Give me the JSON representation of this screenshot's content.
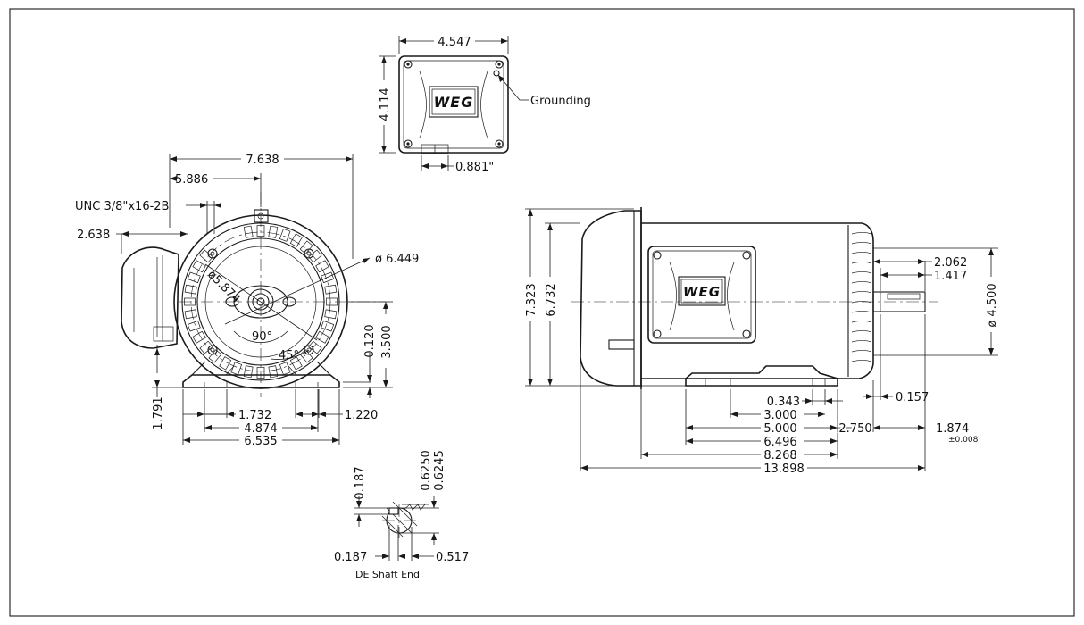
{
  "labels": {
    "tb_width": "4.547",
    "tb_height": "4.114",
    "grounding": "Grounding",
    "tb_offset": "0.881\"",
    "f_overall_w": "7.638",
    "f_w2": "5.886",
    "f_thread": "UNC 3/8\"x16-2B",
    "f_w3": "2.638",
    "f_phi_small": "ø5.874",
    "f_phi_large": "ø 6.449",
    "f_angle90": "90°",
    "f_angle45": "45°",
    "f_v_0120": "0.120",
    "f_v_3500": "3.500",
    "f_v_1791": "1.791",
    "f_b_1732": "1.732",
    "f_b_1220": "1.220",
    "f_b_4874": "4.874",
    "f_b_6535": "6.535",
    "s_h1": "7.323",
    "s_h2": "6.732",
    "s_2062": "2.062",
    "s_1417": "1.417",
    "s_phi4500": "ø 4.500",
    "s_0343": "0.343",
    "s_3000": "3.000",
    "s_5000": "5.000",
    "s_2750": "2.750",
    "s_0157": "0.157",
    "s_1874": "1.874",
    "s_tol": "±0.008",
    "s_6496": "6.496",
    "s_8268": "8.268",
    "s_13898": "13.898",
    "sh_0187a": "0.187",
    "sh_0187b": "0.187",
    "sh_06250": "0.6250",
    "sh_06245": "0.6245",
    "sh_0517": "0.517",
    "sh_caption": "DE Shaft End"
  },
  "logo_text": "WEG"
}
